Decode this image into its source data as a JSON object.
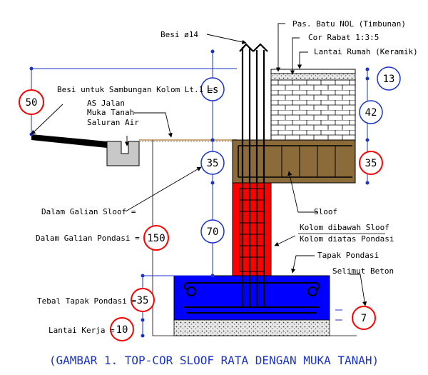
{
  "labels": {
    "besi": "Besi ø14",
    "pas_batu": "Pas. Batu NOL (Timbunan)",
    "cor_rabat": "Cor Rabat 1:3:5",
    "lantai_rumah": "Lantai Rumah (Keramik)",
    "besi_sambungan": "Besi untuk Sambungan Kolom Lt.1 =",
    "as_jalan": "AS Jalan",
    "muka_tanah": "Muka Tanah",
    "saluran_air": "Saluran Air",
    "dalam_galian_sloof": "Dalam Galian Sloof =",
    "sloof": "Sloof",
    "kolom_bawah": "Kolom dibawah Sloof",
    "kolom_atas": "Kolom diatas Pondasi",
    "dalam_galian_pondasi": "Dalam Galian Pondasi =",
    "tapak_pondasi": "Tapak Pondasi",
    "selimut_beton": "Selimut Beton",
    "tebal_tapak": "Tebal Tapak Pondasi =",
    "lantai_kerja": "Lantai Kerja ="
  },
  "dimensions": {
    "d50": "50",
    "ls": "Ls",
    "d35_sloof": "35",
    "d70": "70",
    "d150": "150",
    "d35_tapak": "35",
    "d10": "10",
    "d13": "13",
    "d42": "42",
    "d35_right": "35",
    "d7": "7"
  },
  "caption": "(GAMBAR 1. TOP-COR SLOOF RATA DENGAN MUKA TANAH)",
  "colors": {
    "column": "#ff0000",
    "footing": "#0000ff",
    "sloof": "#8b6b3a",
    "dim_circle": "#ff0000",
    "dim_line": "#1a33cc",
    "soil": "#c8a878"
  }
}
